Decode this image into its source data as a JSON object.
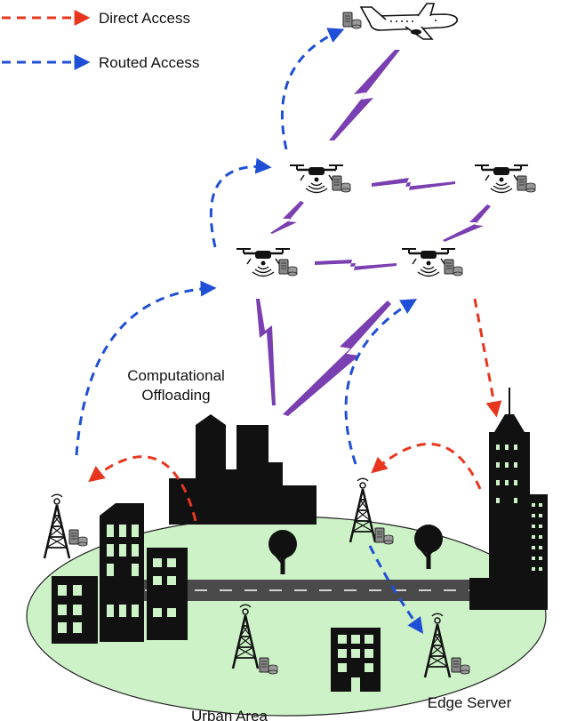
{
  "legend": {
    "direct_access": "Direct Access",
    "routed_access": "Routed Access"
  },
  "labels": {
    "offloading_line1": "Computational",
    "offloading_line2": "Offloading",
    "edge_server": "Edge Server",
    "urban_area": "Urban Area"
  },
  "colors": {
    "direct": "#e8361e",
    "routed": "#1f4fd6",
    "wireless": "#7a3fb0",
    "ground": "#cdf2c7",
    "road": "#4a4a4a"
  },
  "icons": [
    "airplane-icon",
    "drone-icon",
    "cell-tower-icon",
    "server-icon",
    "building-icon",
    "tree-icon",
    "wireless-signal-icon"
  ]
}
